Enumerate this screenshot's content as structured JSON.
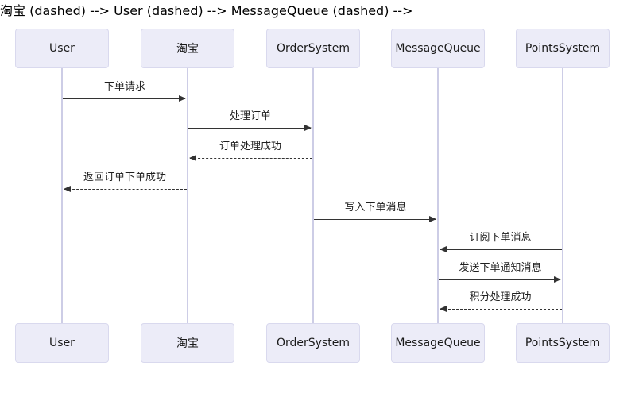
{
  "diagram": {
    "type": "sequence-diagram",
    "background": "#ffffff"
  },
  "colors": {
    "participant_fill": "#ececf8",
    "participant_border": "#d9d9ee",
    "lifeline": "#cdcde6",
    "arrow": "#333333",
    "text": "#1f1f1f"
  },
  "participants": [
    {
      "name": "User"
    },
    {
      "name": "淘宝"
    },
    {
      "name": "OrderSystem"
    },
    {
      "name": "MessageQueue"
    },
    {
      "name": "PointsSystem"
    }
  ],
  "messages": [
    {
      "label": "下单请求",
      "from": "User",
      "to": "淘宝",
      "line": "solid",
      "direction": "right"
    },
    {
      "label": "处理订单",
      "from": "淘宝",
      "to": "OrderSystem",
      "line": "solid",
      "direction": "right"
    },
    {
      "label": "订单处理成功",
      "from": "OrderSystem",
      "to": "淘宝",
      "line": "dashed",
      "direction": "left"
    },
    {
      "label": "返回订单下单成功",
      "from": "淘宝",
      "to": "User",
      "line": "dashed",
      "direction": "left"
    },
    {
      "label": "写入下单消息",
      "from": "OrderSystem",
      "to": "MessageQueue",
      "line": "solid",
      "direction": "right"
    },
    {
      "label": "订阅下单消息",
      "from": "PointsSystem",
      "to": "MessageQueue",
      "line": "solid",
      "direction": "left"
    },
    {
      "label": "发送下单通知消息",
      "from": "MessageQueue",
      "to": "PointsSystem",
      "line": "solid",
      "direction": "right"
    },
    {
      "label": "积分处理成功",
      "from": "PointsSystem",
      "to": "MessageQueue",
      "line": "dashed",
      "direction": "left"
    }
  ]
}
